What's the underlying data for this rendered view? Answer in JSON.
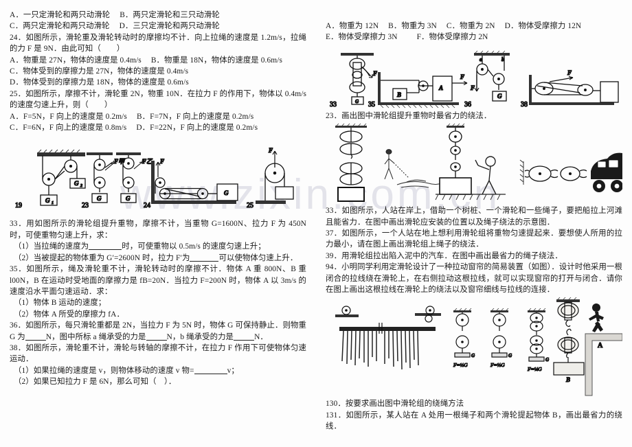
{
  "watermark": {
    "text": "www.zixin.com.cn"
  },
  "left_column": {
    "q23_options": {
      "line1_a": "A．一只定滑轮和两只动滑轮",
      "line1_b": "B．两只定滑轮和三只动滑轮",
      "line2_c": "C．两只定滑轮和两只动滑轮",
      "line2_d": "D．三只定滑轮和两只动滑轮"
    },
    "q24": {
      "stem": "24．如图所示，滑轮重及滑轮转动时的摩擦均不计．向上拉绳的速度是 1.2m/s，拉绳的力 F 是 9N．由此可知（　　）",
      "opt_a": "A．物重是 27N，物体的速度是 0.4m/s",
      "opt_b": "B．物重是 18N，物体的速度是 0.6m/s",
      "opt_c": "C．物体受到的摩擦力是 27N，物体的速度是 0.4m/s",
      "opt_d": "D．物体受到的摩擦力是 18N，物体的速度是 0.6m/s"
    },
    "q25": {
      "stem": "25．如图所示，摩擦不计，滑轮重 2N，物重 10N．在拉力 F 的作用下，物体以 0.4m/s 的速度匀速上升，则（　　）",
      "opt_a": "A．F=5N，F 向上的速度是 0.2m/s",
      "opt_b": "B．F=7N，F 向上的速度是 0.2m/s",
      "opt_c": "C．F=6N，F 向上的速度是 0.8m/s",
      "opt_d": "D．F=22N，F 向上的速度是 0.2m/s"
    },
    "figures_row": {
      "labels": [
        "19",
        "23",
        "24",
        "25"
      ],
      "weight_labels": [
        "G1",
        "G2",
        "G",
        "G",
        "G"
      ],
      "force_labels": [
        "F甲",
        "F乙",
        "F",
        "F"
      ]
    },
    "q33": {
      "stem": "33．用如图所示的滑轮组提升重物，摩擦不计，当重物 G=1600N、拉力 F 为 450N 时，可使重物匀速上升，求：",
      "sub1_pre": "（1）当拉绳的速度为",
      "sub1_post": "时，可使重物以 0.5m/s 的速度匀速上升；",
      "sub2_pre": "（2）当被提起的物体重为 G′=2600N 时，拉力 F′为",
      "sub2_post": "可以使物体匀速上升．"
    },
    "q35": {
      "stem": "35．如图所示，绳及滑轮重不计，滑轮转动时的摩擦不计．物体 A 重 800N、B 重 l00N，B 在运动时受地面的摩擦力是 fB=20N．当拉力 F=200N 时，物体 A 以 3m/s 的速度沿水平面匀速运动．求：",
      "sub1": "（1）物体 B 运动的速度；",
      "sub2": "（2）物体 A 所受的摩擦力 fA．"
    },
    "q36": {
      "stem_pre": "36．如图所示，每只滑轮重都是 2N，当拉力 F 为 5N 时，物体 G 可保持静止．则物重 G 为",
      "stem_mid1": "N，图中所标 a 绳承受的力是",
      "stem_mid2": "N，b 绳承受的力是",
      "stem_end": "N．"
    },
    "q38": {
      "stem": "38．如图所示，滑轮重不计，滑轮与转轴的摩擦不计，在拉力 F 作用下可使物体匀速运动．",
      "sub1_pre": "（1）如果拉绳的速度是 v，则物体移动的速度 v 物=",
      "sub1_post": "v；",
      "sub2": "（2）如果已知拉力 F 是 6N，那么可知（　）．"
    }
  },
  "right_column": {
    "q_options_top": {
      "opt_a": "A．物重为 12N",
      "opt_b": "B．物重为 3N",
      "opt_c": "C．物重为 2N",
      "opt_d": "D．物体受摩擦力 12N",
      "opt_e": "E．物体受摩擦力 3N",
      "opt_f": "F．物体受摩擦力 2N"
    },
    "figures_row1": {
      "labels": [
        "33",
        "35",
        "36",
        "38"
      ],
      "block_labels": [
        "G",
        "B",
        "A",
        "G"
      ],
      "rope_labels": [
        "a",
        "b"
      ],
      "force_labels": [
        "F",
        "F",
        "F",
        "F"
      ]
    },
    "q23": {
      "stem": "23．画出图中滑轮组提升重物时最省力的绕法．"
    },
    "q33": {
      "stem": "33．如图所示，人站在岸上，借助一个树桩、一个滑轮和一些绳子，要把船拉上河滩且能省力．在图中画出滑轮应安装的位置以及绳子绕法的示意图．"
    },
    "q37": {
      "stem": "37．如图所示，一个人站在地上想利用滑轮组将重物匀速提起来．要想使人所用的拉力最小，请在图上画出滑轮组上绳子的绕法．"
    },
    "q39": {
      "stem": "39．用滑轮组拉出陷入泥中的汽车．在图中画出最省力的绳子绕法．"
    },
    "q94": {
      "stem": "94．小明同学利用定滑轮设计了一种拉动窗帘的简易装置（如图）．设计时他采用一根闭合的拉线绕在滑轮上，在右侧拉动这根拉线，就可以实现窗帘的打开与闭合．请你在图上画出这根拉线在滑轮上的绕法以及窗帘细线与拉线的连接．"
    },
    "figures_row3": {
      "formula1": "F=½G",
      "formula2": "F=⅓G",
      "formula3": "F=¼G",
      "weight_label": "G",
      "block_labels": [
        "B",
        "A"
      ]
    },
    "q130": {
      "stem": "130．按要求画出图中滑轮组的绕绳方法"
    },
    "q131": {
      "stem": "131．如图所示，某人站在 A 处用一根绳子和两个滑轮提起物体 B，画出最省力的绕线．"
    }
  }
}
